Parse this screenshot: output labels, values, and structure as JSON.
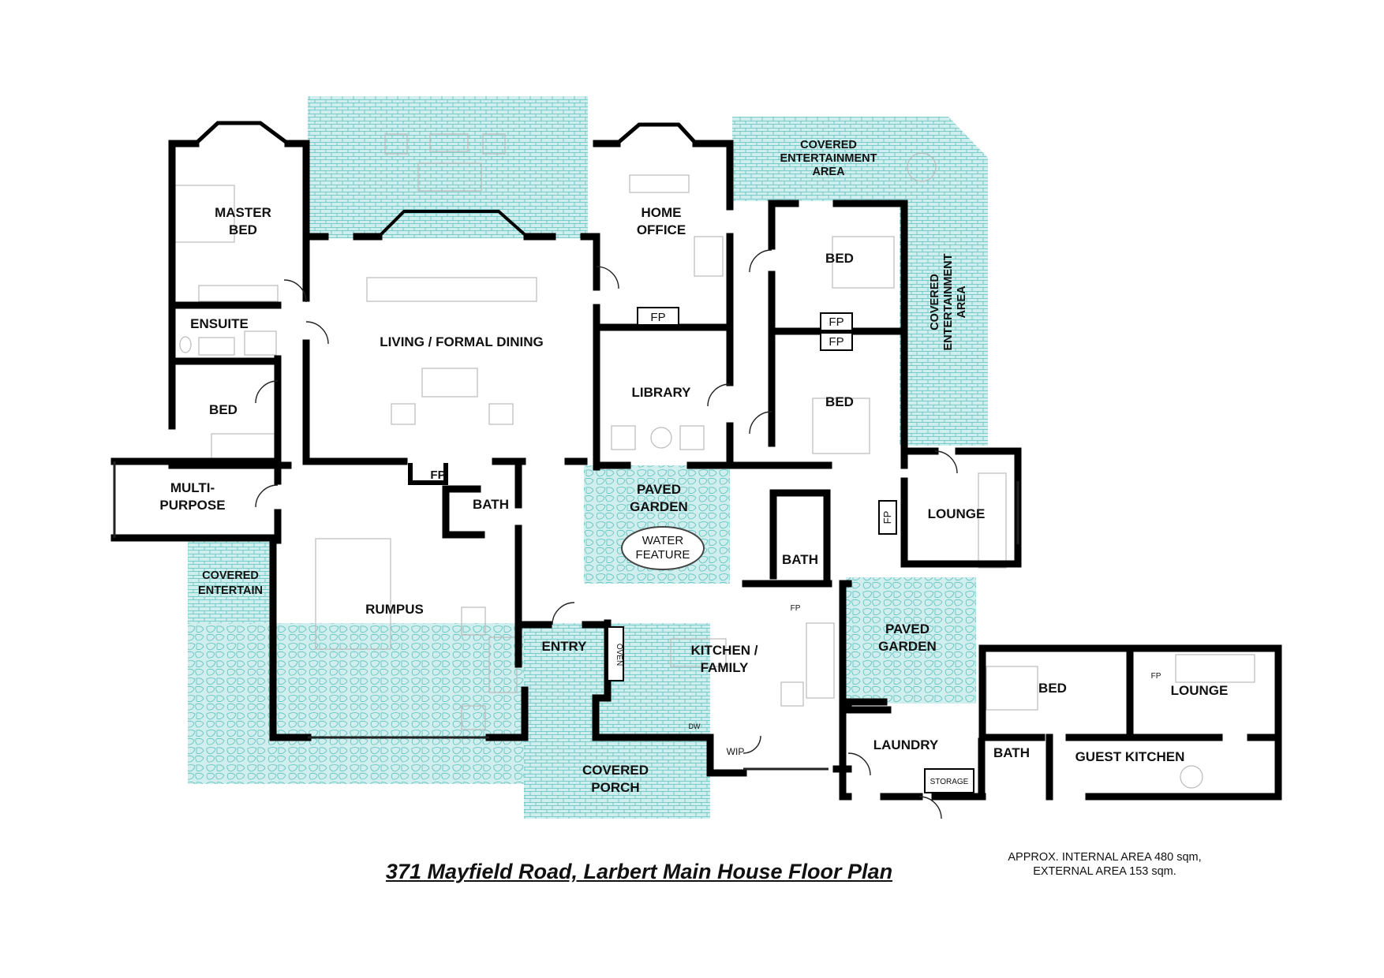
{
  "plan": {
    "title": "371 Mayfield Road, Larbert Main House Floor Plan",
    "area_internal": "APPROX. INTERNAL AREA 480 sqm,",
    "area_external": "EXTERNAL AREA 153 sqm.",
    "colors": {
      "paving": "#cfeeed",
      "paving_line": "#5cc1bd",
      "wall": "#000000",
      "furniture": "#bbbbbb"
    },
    "rooms": {
      "master_bed": [
        "MASTER",
        "BED"
      ],
      "ensuite": "ENSUITE",
      "bed_west": "BED",
      "multi_purpose": [
        "MULTI-",
        "PURPOSE"
      ],
      "covered_entertain_west": [
        "COVERED",
        "ENTERTAIN"
      ],
      "living": "LIVING / FORMAL DINING",
      "rumpus": "RUMPUS",
      "bath_mid": "BATH",
      "fp_living": "FP",
      "home_office": [
        "HOME",
        "OFFICE"
      ],
      "fp_office": "FP",
      "library": "LIBRARY",
      "paved_garden_mid": [
        "PAVED",
        "GARDEN"
      ],
      "water_feature": [
        "WATER",
        "FEATURE"
      ],
      "entry": "ENTRY",
      "covered_porch": [
        "COVERED",
        "PORCH"
      ],
      "kitchen": [
        "KITCHEN /",
        "FAMILY"
      ],
      "oven": "OVEN",
      "dw": "DW",
      "wip": "WIP",
      "fp_kitchen": "FP",
      "covered_ent_north": [
        "COVERED",
        "ENTERTAINMENT",
        "AREA"
      ],
      "covered_ent_east": [
        "COVERED",
        "ENTERTAINMENT",
        "AREA"
      ],
      "bed_ne": "BED",
      "fp_bed_ne": "FP",
      "bed_e": "BED",
      "fp_bed_e": "FP",
      "bath_e": "BATH",
      "lounge_e": "LOUNGE",
      "fp_lounge_e": "FP",
      "paved_garden_east": [
        "PAVED",
        "GARDEN"
      ],
      "laundry": "LAUNDRY",
      "storage": "STORAGE",
      "bath_guest": "BATH",
      "bed_guest": "BED",
      "lounge_guest": "LOUNGE",
      "fp_guest": "FP",
      "guest_kitchen": "GUEST KITCHEN"
    }
  }
}
